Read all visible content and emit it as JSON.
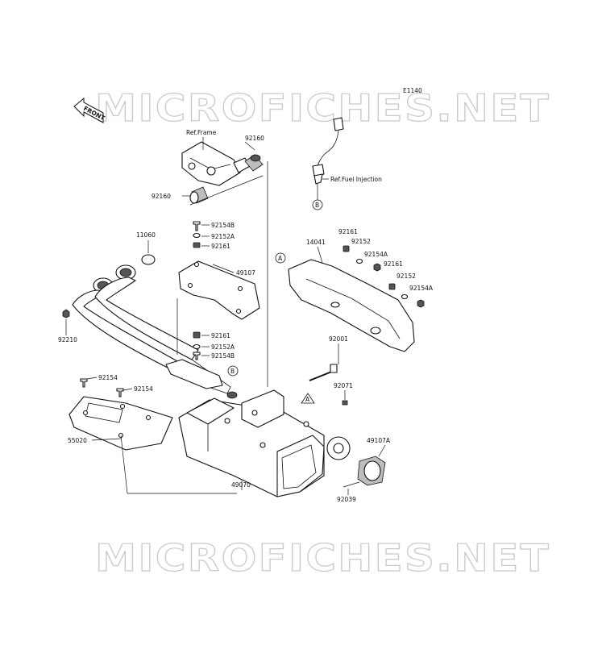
{
  "watermark": {
    "text": "MICROFICHES.NET"
  },
  "diagram_code": "E1140",
  "front_label": "FRONT",
  "refs": {
    "frame": "Ref.Frame",
    "fuel_injection": "Ref.Fuel Injection"
  },
  "markers": {
    "a": "A",
    "b": "B"
  },
  "parts": {
    "p92160_top": "92160",
    "p92160_left": "92160",
    "p11060": "11060",
    "p92154b_top": "92154B",
    "p92152a_top": "92152A",
    "p92161_top": "92161",
    "p49107": "49107",
    "p92210": "92210",
    "p92161_mid": "92161",
    "p92152a_mid": "92152A",
    "p92154b_mid": "92154B",
    "p92154_a": "92154",
    "p92154_b": "92154",
    "p55020": "55020",
    "p14041": "14041",
    "p92161_r1": "92161",
    "p92152_r1": "92152",
    "p92154a_r1": "92154A",
    "p92161_r2": "92161",
    "p92152_r2": "92152",
    "p92154a_r2": "92154A",
    "p92001": "92001",
    "p92071": "92071",
    "p49107a": "49107A",
    "p92039": "92039",
    "p49070": "49070"
  }
}
